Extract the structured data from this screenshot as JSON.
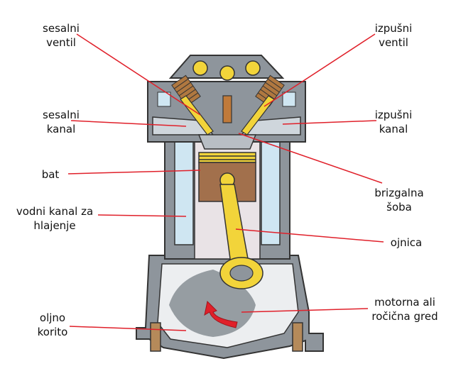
{
  "labels": {
    "intake_valve": "sesalni\nventil",
    "exhaust_valve": "izpušni\nventil",
    "intake_port": "sesalni\nkanal",
    "exhaust_port": "izpušni\nkanal",
    "piston": "bat",
    "injection_chamber": "brizgalna\nšoba",
    "water_channel": "vodni kanal za\nhlajenje",
    "connecting_rod": "ojnica",
    "crankshaft": "motorna ali\nročična gred",
    "oil_pan": "oljno\nkorito"
  },
  "colors": {
    "leader_line": "#e0202a",
    "casing": "#8e959c",
    "casing_light": "#c9cfd4",
    "water": "#cfe6f2",
    "yellow": "#f2d43a",
    "piston_body": "#a2704c",
    "chamber": "#b8bec4",
    "oil": "#7a8288",
    "arrow": "#e0202a"
  }
}
